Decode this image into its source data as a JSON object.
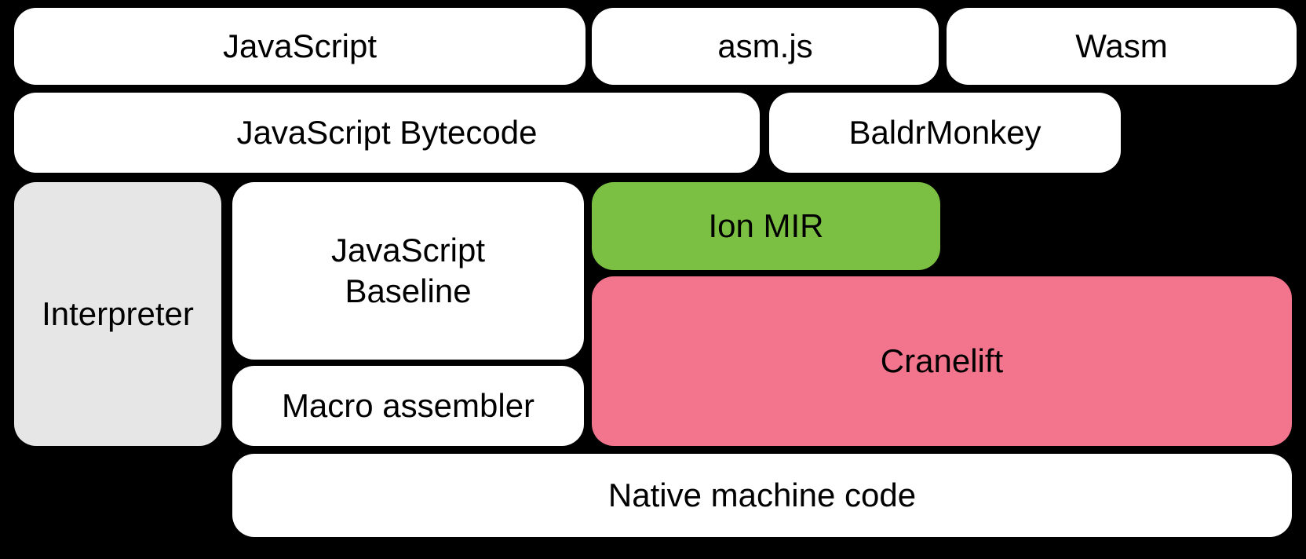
{
  "diagram": {
    "background_color": "#000000",
    "text_color": "#000000",
    "nodes": {
      "javascript": {
        "label": "JavaScript",
        "color": "#ffffff"
      },
      "asmjs": {
        "label": "asm.js",
        "color": "#ffffff"
      },
      "wasm": {
        "label": "Wasm",
        "color": "#ffffff"
      },
      "javascript_bytecode": {
        "label": "JavaScript Bytecode",
        "color": "#ffffff"
      },
      "baldrmonkey": {
        "label": "BaldrMonkey",
        "color": "#ffffff"
      },
      "interpreter": {
        "label": "Interpreter",
        "color": "#e6e6e6"
      },
      "javascript_baseline": {
        "label": "JavaScript Baseline",
        "color": "#ffffff"
      },
      "ion_mir": {
        "label": "Ion MIR",
        "color": "#7bc043"
      },
      "cranelift": {
        "label": "Cranelift",
        "color": "#f3758d"
      },
      "macro_assembler": {
        "label": "Macro assembler",
        "color": "#ffffff"
      },
      "native_machine_code": {
        "label": "Native machine code",
        "color": "#ffffff"
      }
    }
  }
}
